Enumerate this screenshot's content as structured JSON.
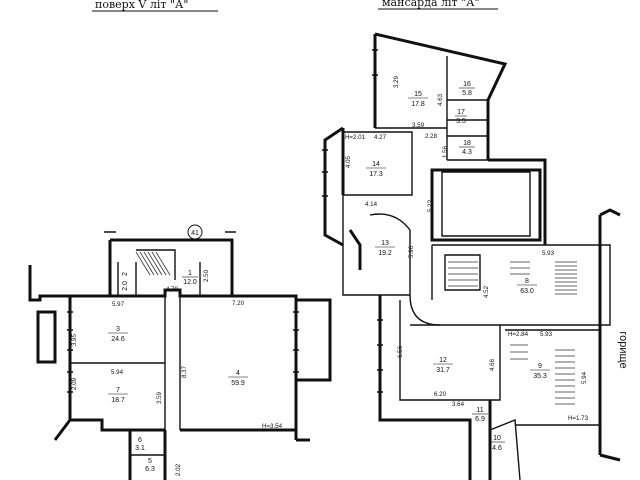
{
  "titles": {
    "left": "поверх V літ \"А\"",
    "right": "мансарда літ \"А\"",
    "side": "горище",
    "marker": "41"
  },
  "floor5_rooms": [
    {
      "num": "1",
      "area": "12.0"
    },
    {
      "num": "2",
      "area": "2.0"
    },
    {
      "num": "3",
      "area": "24.6"
    },
    {
      "num": "4",
      "area": "59.9"
    },
    {
      "num": "5",
      "area": "6.3"
    },
    {
      "num": "6",
      "area": "3.1"
    },
    {
      "num": "7",
      "area": "18.7"
    }
  ],
  "floor5_dims": [
    "5.97",
    "4.78",
    "7.20",
    "2.50",
    "3.95",
    "5.94",
    "2.09",
    "8.37",
    "3.59",
    "H=3.54",
    "2.02"
  ],
  "attic_rooms": [
    {
      "num": "8",
      "area": "63.0"
    },
    {
      "num": "9",
      "area": "35.3"
    },
    {
      "num": "10",
      "area": "4.6"
    },
    {
      "num": "11",
      "area": "6.9"
    },
    {
      "num": "12",
      "area": "31.7"
    },
    {
      "num": "13",
      "area": "19.2"
    },
    {
      "num": "14",
      "area": "17.3"
    },
    {
      "num": "15",
      "area": "17.8"
    },
    {
      "num": "16",
      "area": "5.8"
    },
    {
      "num": "17",
      "area": "3.5"
    },
    {
      "num": "18",
      "area": "4.3"
    }
  ],
  "attic_dims": [
    "3.29",
    "4.63",
    "3.59",
    "2.28",
    "H=2.01",
    "4.27",
    "4.05",
    "1.56",
    "4.14",
    "5.22",
    "5.96",
    "5.93",
    "4.52",
    "H=2.84",
    "5.93",
    "5.94",
    "H=1.73",
    "6.56",
    "4.66",
    "6.20",
    "3.64"
  ],
  "colors": {
    "ink": "#111111",
    "paper": "#ffffff"
  }
}
